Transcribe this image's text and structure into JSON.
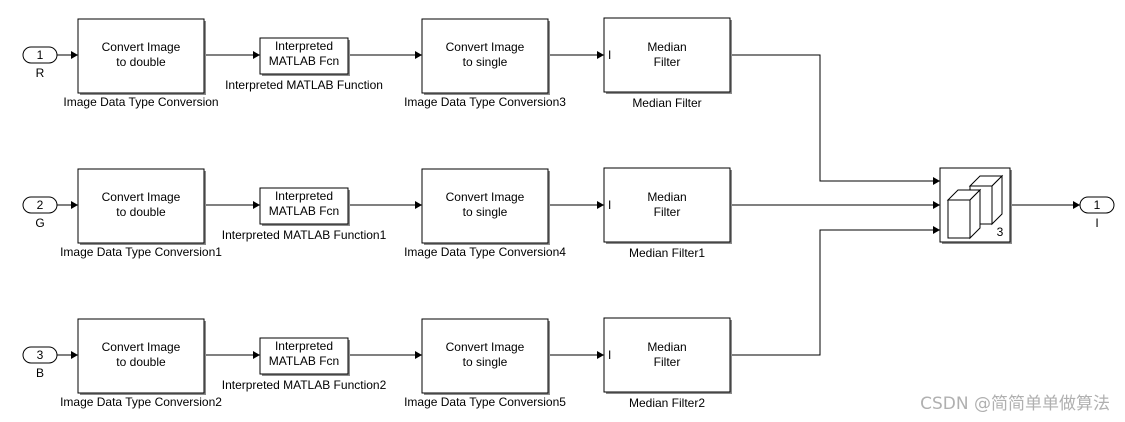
{
  "rows": [
    {
      "inport": {
        "number": "1",
        "label": "R"
      },
      "convert_double": {
        "line1": "Convert Image",
        "line2": "to double",
        "name": "Image Data Type Conversion"
      },
      "interpreted": {
        "line1": "Interpreted",
        "line2": "MATLAB Fcn",
        "name": "Interpreted MATLAB Function"
      },
      "convert_single": {
        "line1": "Convert Image",
        "line2": "to single",
        "name": "Image Data Type Conversion3"
      },
      "median": {
        "port": "I",
        "line1": "Median",
        "line2": "Filter",
        "name": "Median Filter"
      }
    },
    {
      "inport": {
        "number": "2",
        "label": "G"
      },
      "convert_double": {
        "line1": "Convert Image",
        "line2": "to double",
        "name": "Image Data Type Conversion1"
      },
      "interpreted": {
        "line1": "Interpreted",
        "line2": "MATLAB Fcn",
        "name": "Interpreted MATLAB Function1"
      },
      "convert_single": {
        "line1": "Convert Image",
        "line2": "to single",
        "name": "Image Data Type Conversion4"
      },
      "median": {
        "port": "I",
        "line1": "Median",
        "line2": "Filter",
        "name": "Median Filter1"
      }
    },
    {
      "inport": {
        "number": "3",
        "label": "B"
      },
      "convert_double": {
        "line1": "Convert Image",
        "line2": "to double",
        "name": "Image Data Type Conversion2"
      },
      "interpreted": {
        "line1": "Interpreted",
        "line2": "MATLAB Fcn",
        "name": "Interpreted MATLAB Function2"
      },
      "convert_single": {
        "line1": "Convert Image",
        "line2": "to single",
        "name": "Image Data Type Conversion5"
      },
      "median": {
        "port": "I",
        "line1": "Median",
        "line2": "Filter",
        "name": "Median Filter2"
      }
    }
  ],
  "concat": {
    "dim": "3"
  },
  "outport": {
    "number": "1",
    "label": "I"
  },
  "watermark": "CSDN @简简单单做算法"
}
